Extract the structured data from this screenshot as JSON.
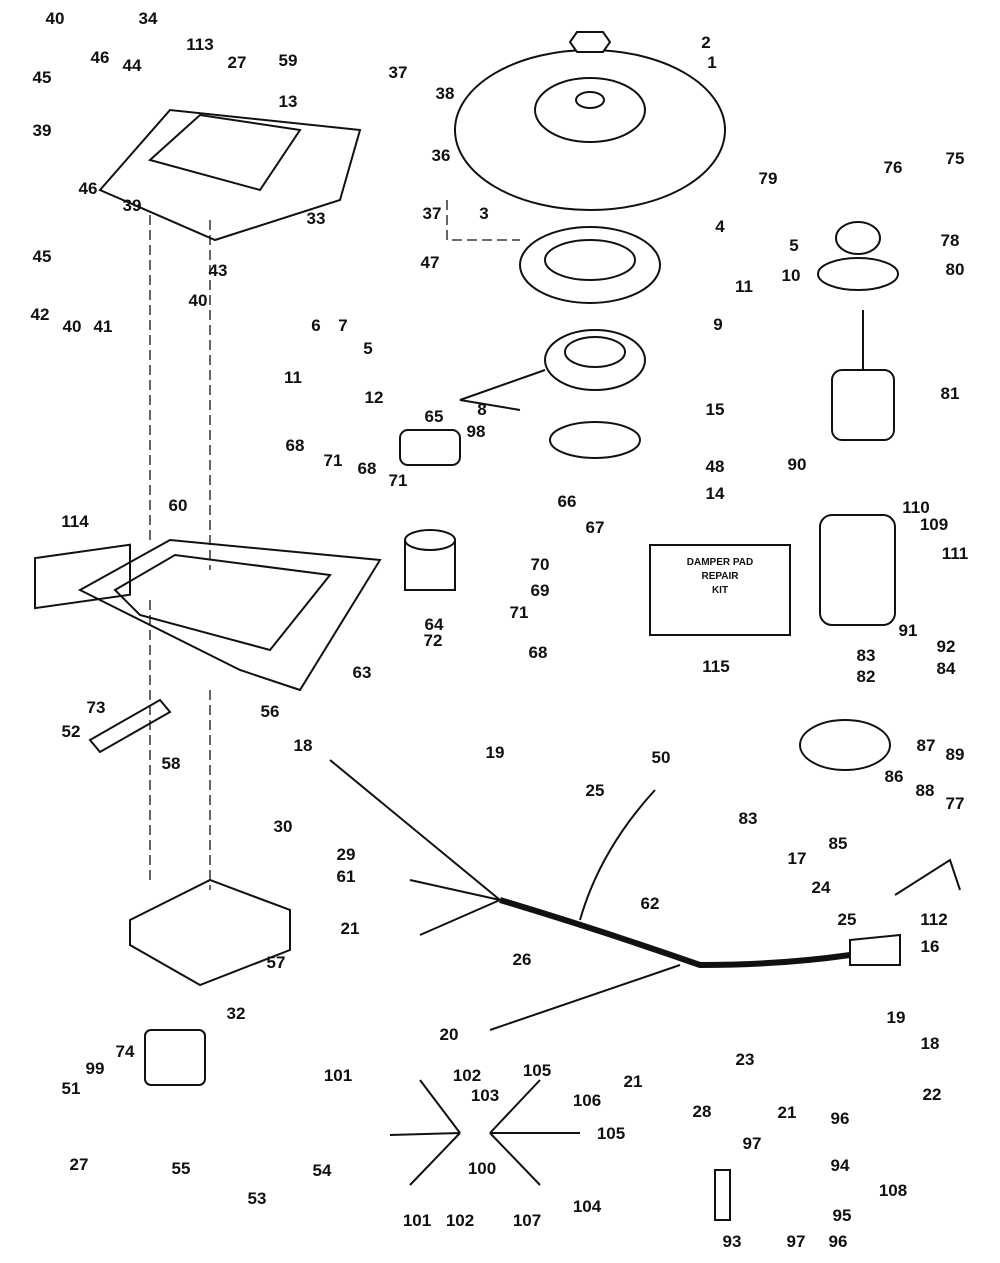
{
  "kit_box": {
    "line1": "DAMPER PAD",
    "line2": "REPAIR",
    "line3": "KIT"
  },
  "callouts": [
    "40",
    "34",
    "113",
    "27",
    "59",
    "2",
    "1",
    "46",
    "44",
    "45",
    "37",
    "38",
    "13",
    "39",
    "36",
    "75",
    "76",
    "79",
    "46",
    "39",
    "37",
    "3",
    "4",
    "33",
    "45",
    "43",
    "47",
    "78",
    "5",
    "42",
    "40",
    "41",
    "40",
    "6",
    "7",
    "80",
    "10",
    "11",
    "5",
    "9",
    "11",
    "12",
    "81",
    "8",
    "15",
    "98",
    "48",
    "65",
    "68",
    "71",
    "68",
    "71",
    "90",
    "14",
    "66",
    "67",
    "110",
    "109",
    "111",
    "114",
    "60",
    "70",
    "69",
    "71",
    "64",
    "72",
    "68",
    "63",
    "115",
    "91",
    "92",
    "83",
    "84",
    "56",
    "82",
    "73",
    "52",
    "18",
    "19",
    "50",
    "58",
    "87",
    "89",
    "25",
    "86",
    "88",
    "77",
    "83",
    "85",
    "30",
    "29",
    "17",
    "61",
    "62",
    "24",
    "25",
    "112",
    "21",
    "16",
    "26",
    "57",
    "19",
    "32",
    "74",
    "99",
    "51",
    "21",
    "18",
    "23",
    "20",
    "101",
    "102",
    "105",
    "22",
    "103",
    "106",
    "105",
    "21",
    "28",
    "96",
    "97",
    "94",
    "108",
    "27",
    "55",
    "54",
    "100",
    "53",
    "95",
    "101",
    "102",
    "107",
    "104",
    "93",
    "97",
    "96"
  ]
}
